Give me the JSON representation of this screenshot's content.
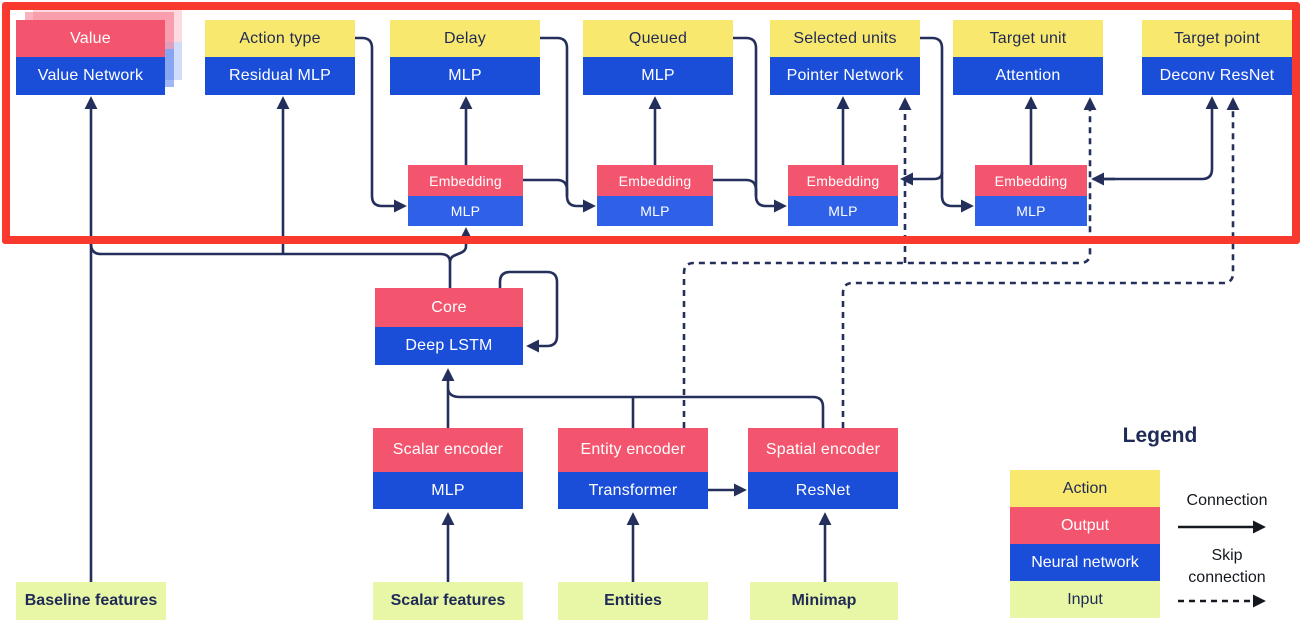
{
  "colors": {
    "action_yellow": "#f9e86e",
    "output_pink": "#f4556e",
    "network_blue": "#1a4ed9",
    "embedding_mlp_blue": "#2e61e8",
    "input_green": "#e7f7a5",
    "connection_navy": "#242f5b",
    "highlight_frame_red": "#f8392e",
    "text_navy": "#1f2a56"
  },
  "heads": [
    {
      "action": "Value",
      "network": "Value Network"
    },
    {
      "action": "Action type",
      "network": "Residual MLP"
    },
    {
      "action": "Delay",
      "network": "MLP"
    },
    {
      "action": "Queued",
      "network": "MLP"
    },
    {
      "action": "Selected units",
      "network": "Pointer Network"
    },
    {
      "action": "Target unit",
      "network": "Attention"
    },
    {
      "action": "Target point",
      "network": "Deconv ResNet"
    }
  ],
  "embeddings": [
    {
      "output": "Embedding",
      "network": "MLP"
    },
    {
      "output": "Embedding",
      "network": "MLP"
    },
    {
      "output": "Embedding",
      "network": "MLP"
    },
    {
      "output": "Embedding",
      "network": "MLP"
    }
  ],
  "core": {
    "output": "Core",
    "network": "Deep LSTM"
  },
  "encoders": [
    {
      "output": "Scalar encoder",
      "network": "MLP"
    },
    {
      "output": "Entity encoder",
      "network": "Transformer"
    },
    {
      "output": "Spatial encoder",
      "network": "ResNet"
    }
  ],
  "inputs": {
    "baseline": "Baseline features",
    "scalar": "Scalar features",
    "entities": "Entities",
    "minimap": "Minimap"
  },
  "legend": {
    "title": "Legend",
    "items": [
      {
        "label": "Action"
      },
      {
        "label": "Output"
      },
      {
        "label": "Neural network"
      },
      {
        "label": "Input"
      }
    ],
    "connection_label": "Connection",
    "skip_label_line1": "Skip",
    "skip_label_line2": "connection"
  }
}
